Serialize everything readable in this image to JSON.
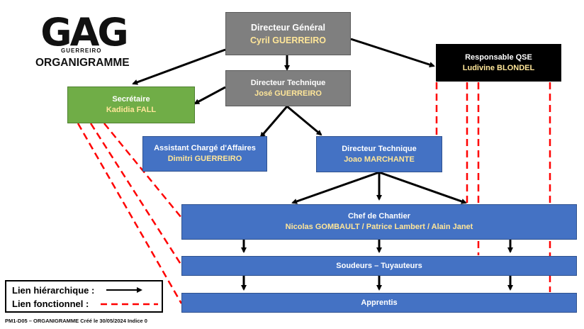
{
  "brand": {
    "logo_text": "GAG",
    "logo_subtitle": "GUERREIRO"
  },
  "title": "ORGANIGRAMME",
  "nodes": {
    "dg": {
      "role": "Directeur Général",
      "name": "Cyril GUERREIRO"
    },
    "qse": {
      "role": "Responsable QSE",
      "name": "Ludivine BLONDEL"
    },
    "dt1": {
      "role": "Directeur Technique",
      "name": "José GUERREIRO"
    },
    "sec": {
      "role": "Secrétaire",
      "name": "Kadidia FALL"
    },
    "aca": {
      "role": "Assistant Chargé d'Affaires",
      "name": "Dimitri GUERREIRO"
    },
    "dt2": {
      "role": "Directeur Technique",
      "name": "Joao MARCHANTE"
    },
    "chef": {
      "role": "Chef de Chantier",
      "name": "Nicolas GOMBAULT / Patrice Lambert / Alain Janet"
    },
    "soud": {
      "role": "Soudeurs – Tuyauteurs"
    },
    "appr": {
      "role": "Apprentis"
    }
  },
  "legend": {
    "hierarchical": "Lien hiérarchique :",
    "functional": "Lien fonctionnel :"
  },
  "footer": "PM1-D05 – ORGANIGRAMME Créé le 30/05/2024 Indice 0",
  "colors": {
    "name_highlight": "#ffe699",
    "gray": "#7f7f7f",
    "blue": "#4472c4",
    "green": "#70ad47",
    "black": "#000000",
    "dashed": "#ff0000"
  }
}
